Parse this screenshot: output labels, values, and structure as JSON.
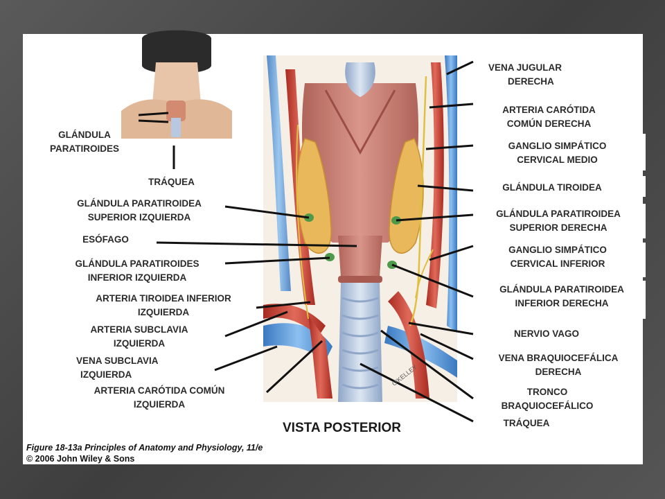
{
  "title": "VISTA POSTERIOR",
  "credit": {
    "line1": "Figure 18-13a  Principles of Anatomy and Physiology, 11/e",
    "line2": "© 2006 John Wiley & Sons"
  },
  "signature": "O'KELLEY",
  "labels_left": [
    {
      "id": "paratiroides",
      "lines": [
        "GLÁNDULA",
        "PARATIROIDES"
      ]
    },
    {
      "id": "traquea-top",
      "lines": [
        "TRÁQUEA"
      ]
    },
    {
      "id": "paratiroidea-sup-izq",
      "lines": [
        "GLÁNDULA PARATIROIDEA",
        "SUPERIOR IZQUIERDA"
      ]
    },
    {
      "id": "esofago",
      "lines": [
        "ESÓFAGO"
      ]
    },
    {
      "id": "paratiroides-inf-izq",
      "lines": [
        "GLÁNDULA PARATIROIDES",
        "INFERIOR IZQUIERDA"
      ]
    },
    {
      "id": "arteria-tiroidea-inf-izq",
      "lines": [
        "ARTERIA TIROIDEA INFERIOR",
        "IZQUIERDA"
      ]
    },
    {
      "id": "arteria-subclavia-izq",
      "lines": [
        "ARTERIA SUBCLAVIA",
        "IZQUIERDA"
      ]
    },
    {
      "id": "vena-subclavia-izq",
      "lines": [
        "VENA SUBCLAVIA",
        "IZQUIERDA"
      ]
    },
    {
      "id": "arteria-carotida-comun-izq",
      "lines": [
        "ARTERIA CARÓTIDA COMÚN",
        "IZQUIERDA"
      ]
    }
  ],
  "labels_right": [
    {
      "id": "vena-yugular-der",
      "lines": [
        "VENA JUGULAR",
        "DERECHA"
      ]
    },
    {
      "id": "arteria-carotida-comun-der",
      "lines": [
        "ARTERIA CARÓTIDA",
        "COMÚN DERECHA"
      ]
    },
    {
      "id": "ganglio-cervical-medio",
      "lines": [
        "GANGLIO SIMPÁTICO",
        "CERVICAL MEDIO"
      ]
    },
    {
      "id": "glandula-tiroidea",
      "lines": [
        "GLÁNDULA TIROIDEA"
      ]
    },
    {
      "id": "paratiroidea-sup-der",
      "lines": [
        "GLÁNDULA PARATIROIDEA",
        "SUPERIOR DERECHA"
      ]
    },
    {
      "id": "ganglio-cervical-inferior",
      "lines": [
        "GANGLIO SIMPÁTICO",
        "CERVICAL INFERIOR"
      ]
    },
    {
      "id": "paratiroidea-inf-der",
      "lines": [
        "GLÁNDULA PARATIROIDEA",
        "INFERIOR DERECHA"
      ]
    },
    {
      "id": "nervio-vago",
      "lines": [
        "NERVIO VAGO"
      ]
    },
    {
      "id": "vena-braquiocefalica-der",
      "lines": [
        "VENA BRAQUIOCEFÁLICA",
        "DERECHA"
      ]
    },
    {
      "id": "tronco-braquiocefalico",
      "lines": [
        "TRONCO",
        "BRAQUIOCEFÁLICO"
      ]
    },
    {
      "id": "traquea-bottom",
      "lines": [
        "TRÁQUEA"
      ]
    }
  ],
  "colors": {
    "muscle": "#c87a6e",
    "muscle_dark": "#a85a50",
    "artery": "#c0392b",
    "vein": "#4a90d9",
    "thyroid": "#e8b85a",
    "parathyroid": "#4f9a4a",
    "trachea": "#b8c8e0",
    "nerve": "#e0c040"
  }
}
